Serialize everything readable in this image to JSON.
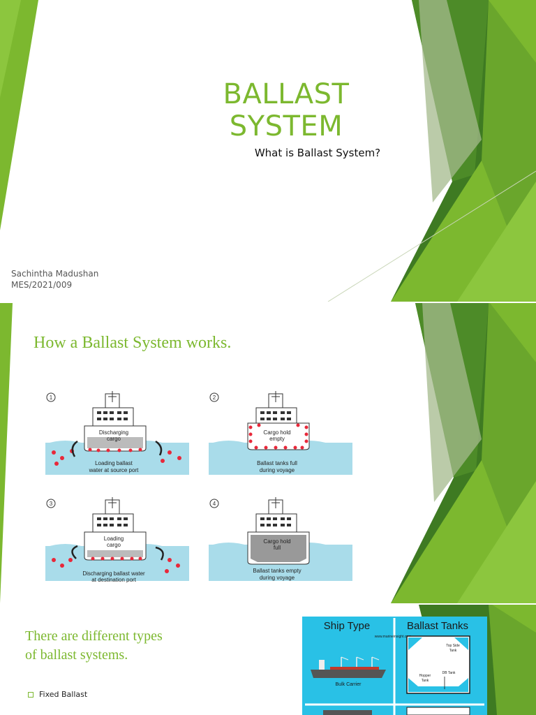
{
  "slide1": {
    "title": "BALLAST SYSTEM",
    "subtitle": "What is Ballast System?",
    "author_name": "Sachintha Madushan",
    "author_id": "MES/2021/009"
  },
  "slide2": {
    "title": "How a Ballast System works.",
    "panels": [
      {
        "number": "1",
        "hold_label_1": "Discharging",
        "hold_label_2": "cargo",
        "caption_1": "Loading ballast",
        "caption_2": "water at source port"
      },
      {
        "number": "2",
        "hold_label_1": "Cargo hold",
        "hold_label_2": "empty",
        "caption_1": "Ballast tanks full",
        "caption_2": "during voyage"
      },
      {
        "number": "3",
        "hold_label_1": "Loading",
        "hold_label_2": "cargo",
        "caption_1": "Discharging ballast water",
        "caption_2": "at destination port"
      },
      {
        "number": "4",
        "hold_label_1": "Cargo hold",
        "hold_label_2": "full",
        "caption_1": "Ballast tanks empty",
        "caption_2": "during voyage"
      }
    ]
  },
  "slide3": {
    "title_line1": "There are different types",
    "title_line2": "of ballast systems.",
    "bullet_1": "Fixed Ballast",
    "figure": {
      "header_left": "Ship Type",
      "header_right": "Ballast Tanks",
      "source": "www.marineinsight.com",
      "ship_label": "Bulk Carrier",
      "tank_label_1": "Top Side",
      "tank_label_1b": "Tank",
      "tank_label_2": "Hopper",
      "tank_label_2b": "Tank",
      "tank_label_3": "DB Tank"
    }
  },
  "colors": {
    "accent_green": "#7cb82f",
    "water_blue": "#a9dcea",
    "ballast_red": "#e8283a",
    "figure_blue": "#29c1e6"
  }
}
